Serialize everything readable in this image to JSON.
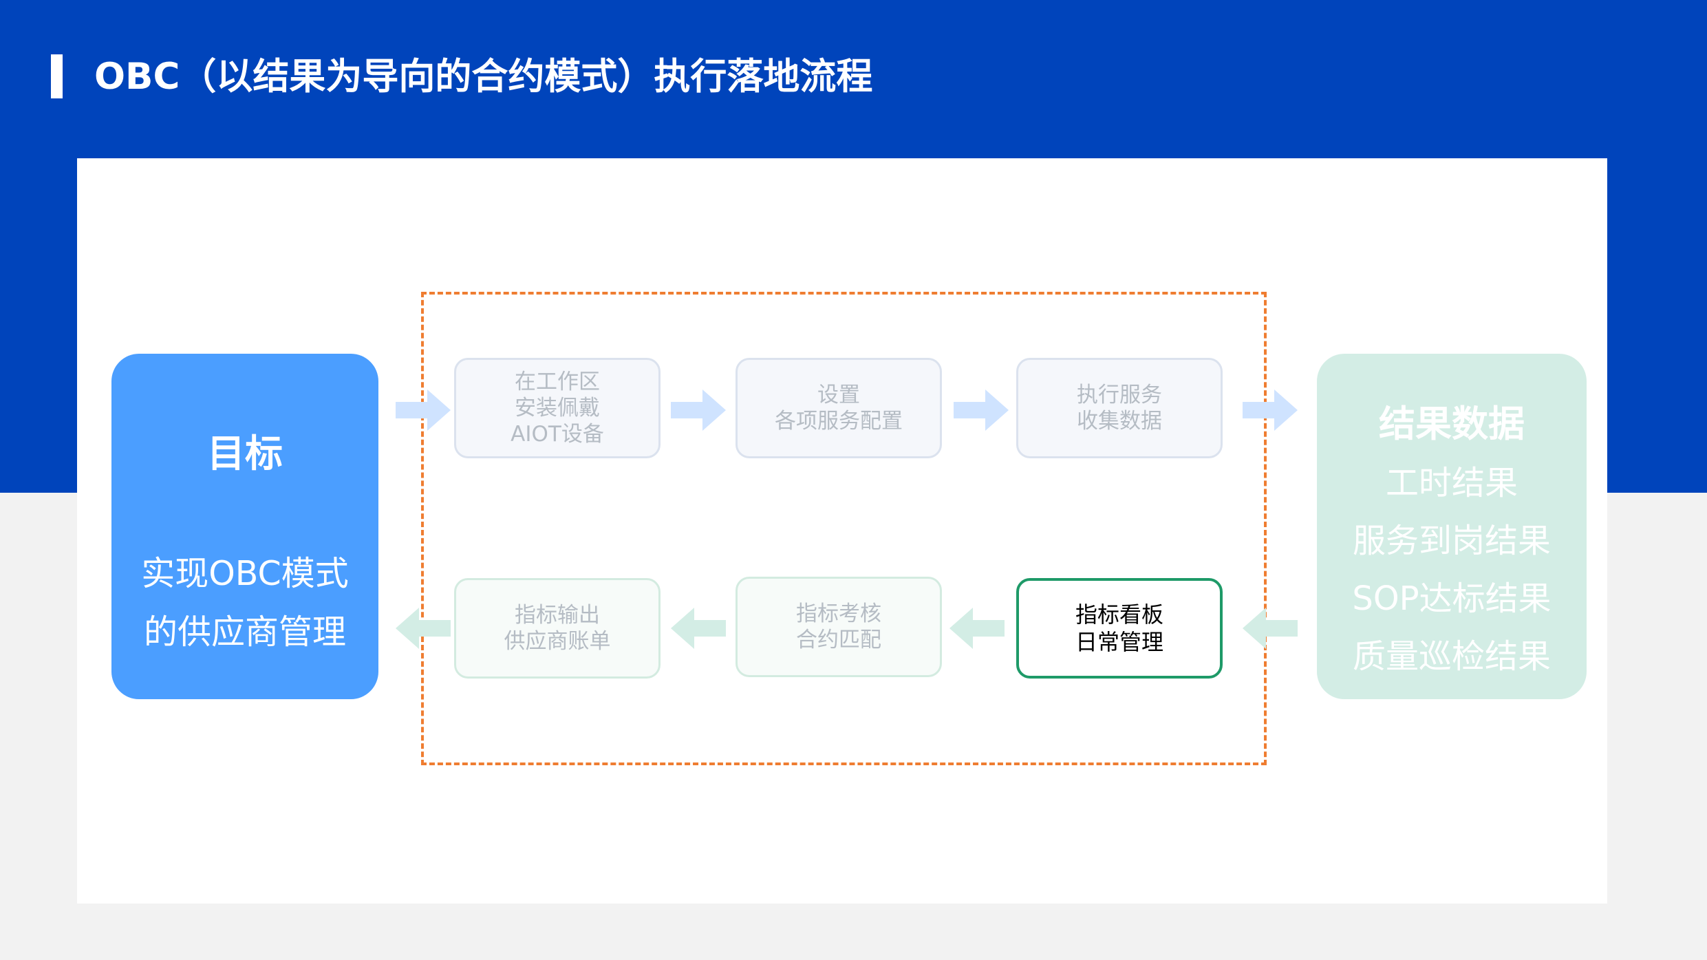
{
  "title": "OBC（以结果为导向的合约模式）执行落地流程",
  "goal": {
    "title": "目标",
    "line1": "实现OBC模式",
    "line2": "的供应商管理"
  },
  "result": {
    "title": "结果数据",
    "items": [
      "工时结果",
      "服务到岗结果",
      "SOP达标结果",
      "质量巡检结果"
    ]
  },
  "steps_top": [
    {
      "lines": [
        "在工作区",
        "安装佩戴",
        "AIOT设备"
      ]
    },
    {
      "lines": [
        "设置",
        "各项服务配置"
      ]
    },
    {
      "lines": [
        "执行服务",
        "收集数据"
      ]
    }
  ],
  "steps_bottom": [
    {
      "lines": [
        "指标输出",
        "供应商账单"
      ]
    },
    {
      "lines": [
        "指标考核",
        "合约匹配"
      ]
    },
    {
      "lines": [
        "指标看板",
        "日常管理"
      ]
    }
  ],
  "colors": {
    "header_blue": "#0044bb",
    "goal_blue": "#4b9eff",
    "result_green": "#d3ede5",
    "active_border": "#1e9a68",
    "dashed_orange": "#ef7d31",
    "arrow_blue": "#cfe3ff",
    "arrow_green": "#d3ede5"
  }
}
